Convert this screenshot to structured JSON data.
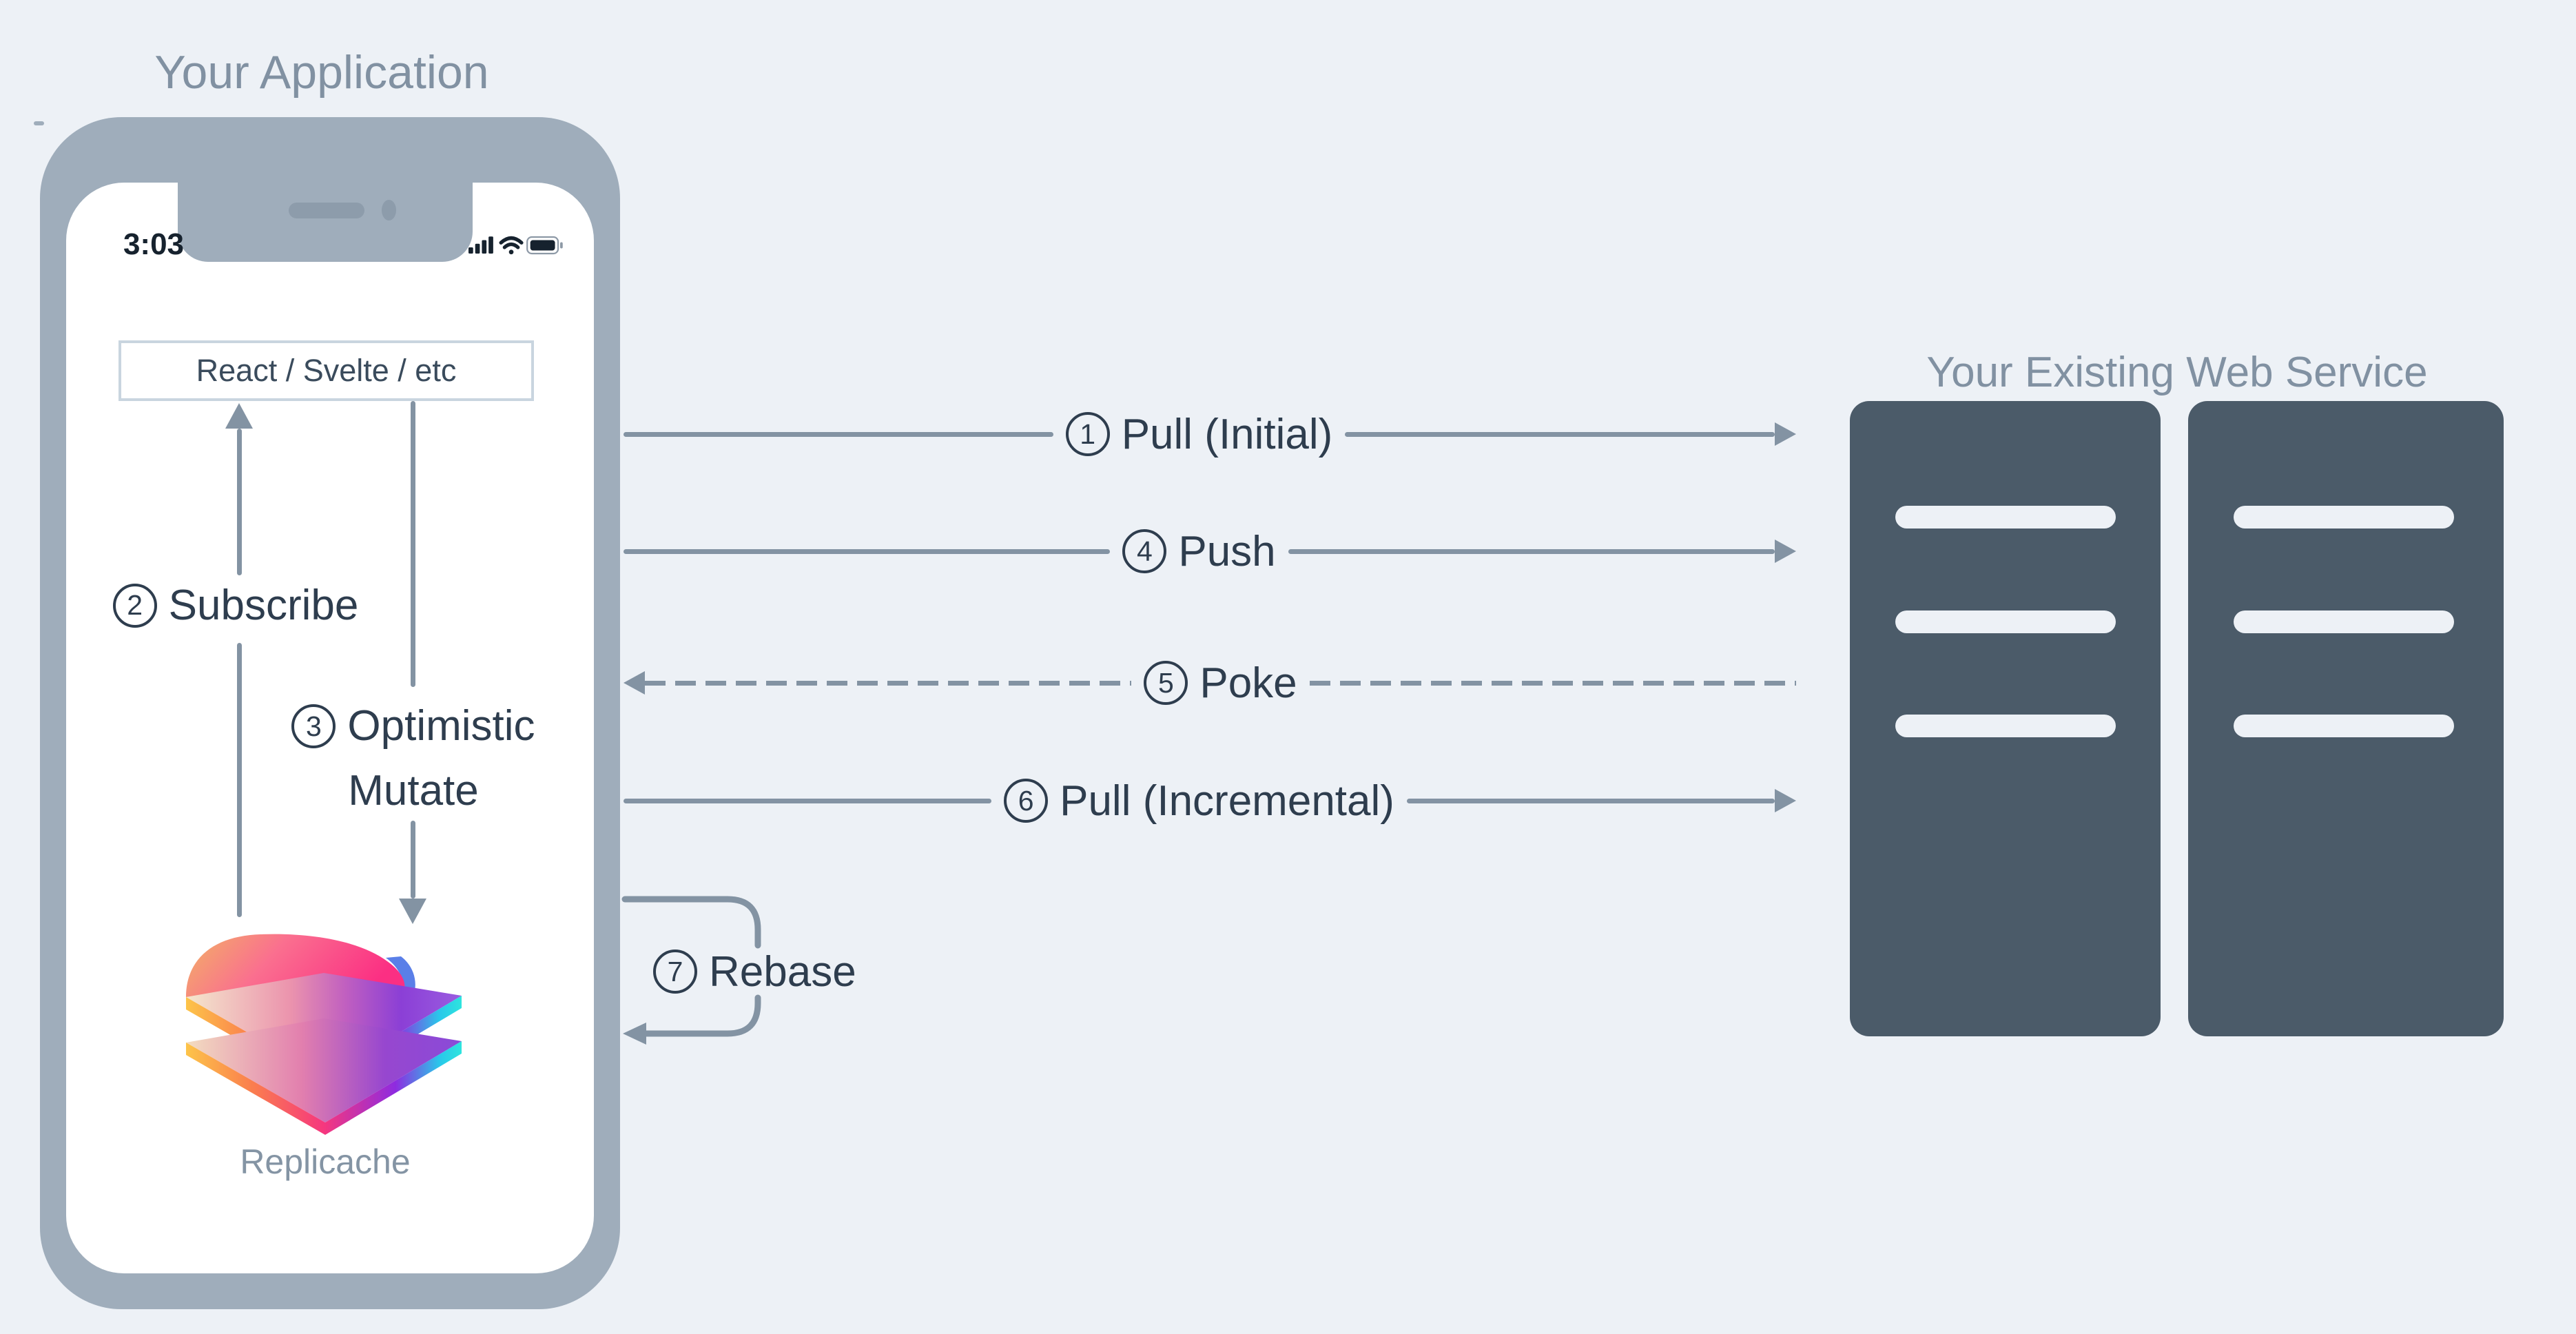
{
  "colors": {
    "bg": "#edf1f6",
    "frame": "#9fadbb",
    "frame-dark": "#8d9cab",
    "line": "#8393a3",
    "ink": "#2e3d4e",
    "muted": "#8191a2",
    "rack": "#4b5b69",
    "box-border": "#c9d5df",
    "box-text": "#3a4b5c",
    "screen": "#ffffff",
    "status": "#16222e",
    "replicache-text": "#8494a4"
  },
  "left_side": {
    "title": "Your Application",
    "phone": {
      "time": "3:03",
      "status_icons": [
        "cellular-signal-icon",
        "wifi-icon",
        "battery-icon"
      ]
    },
    "framework_box": "React / Svelte / etc",
    "logo_caption": "Replicache",
    "logo_colors": [
      "#f2b264",
      "#fb2f83",
      "#fdc449",
      "#fa7e4e",
      "#f6377e",
      "#8e2be0",
      "#29c8ea"
    ]
  },
  "right_side": {
    "title": "Your Existing Web Service"
  },
  "flows": {
    "pull_initial": {
      "num": "1",
      "label": "Pull (Initial)"
    },
    "subscribe": {
      "num": "2",
      "label": "Subscribe"
    },
    "optimistic_mutate": {
      "num": "3",
      "label_line1": "Optimistic",
      "label_line2": "Mutate"
    },
    "push": {
      "num": "4",
      "label": "Push"
    },
    "poke": {
      "num": "5",
      "label": "Poke"
    },
    "pull_incremental": {
      "num": "6",
      "label": "Pull (Incremental)"
    },
    "rebase": {
      "num": "7",
      "label": "Rebase"
    }
  }
}
